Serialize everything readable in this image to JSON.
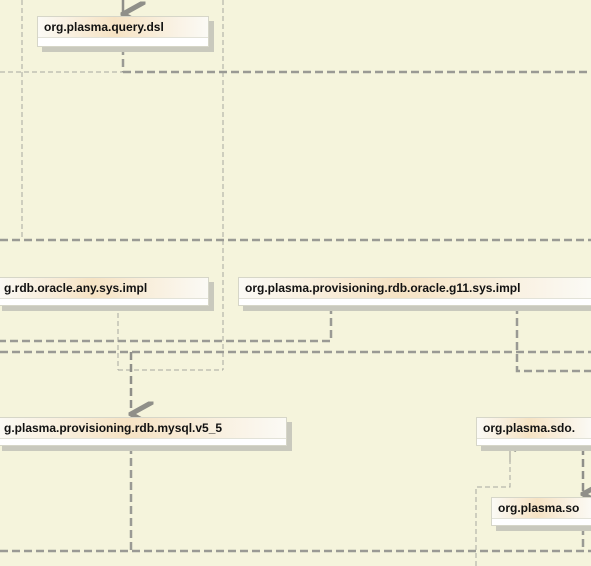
{
  "diagram": {
    "packages": [
      {
        "id": "query-dsl",
        "label": "org.plasma.query.dsl"
      },
      {
        "id": "oracle-any",
        "label": "g.rdb.oracle.any.sys.impl"
      },
      {
        "id": "oracle-g11",
        "label": "org.plasma.provisioning.rdb.oracle.g11.sys.impl"
      },
      {
        "id": "mysql",
        "label": "g.plasma.provisioning.rdb.mysql.v5_5"
      },
      {
        "id": "sdo-1",
        "label": "org.plasma.sdo."
      },
      {
        "id": "sdo-2",
        "label": "org.plasma.so"
      }
    ],
    "colors": {
      "background": "#f5f4dc",
      "connector": "#9a9a94",
      "thin_connector": "#a8a8a0",
      "box_header_accent": "#f6e3c4"
    }
  }
}
